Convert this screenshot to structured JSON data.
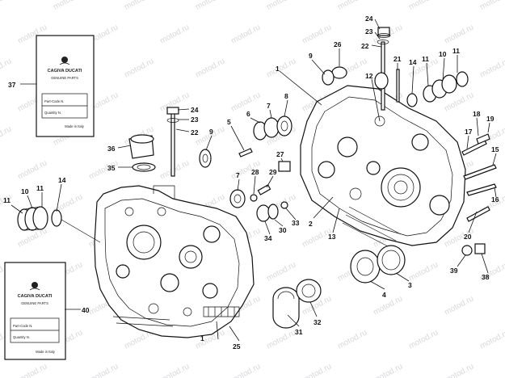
{
  "watermark": "motod.ru",
  "cards": [
    {
      "brand": "CAGIVA DUCATI",
      "subtitle": "GENUINE PARTS",
      "field1": "Part-Code N.",
      "field2": "Quantity N.",
      "foot": "Made in Italy",
      "callout": "37"
    },
    {
      "brand": "CAGIVA DUCATI",
      "subtitle": "GENUINE PARTS",
      "field1": "Part-Code N.",
      "field2": "Quantity N.",
      "foot": "Made in Italy",
      "callout": "40"
    }
  ],
  "callouts": [
    {
      "id": "1a",
      "text": "1"
    },
    {
      "id": "1b",
      "text": "1"
    },
    {
      "id": "2",
      "text": "2"
    },
    {
      "id": "3",
      "text": "3"
    },
    {
      "id": "4",
      "text": "4"
    },
    {
      "id": "5",
      "text": "5"
    },
    {
      "id": "6",
      "text": "6"
    },
    {
      "id": "7a",
      "text": "7"
    },
    {
      "id": "7b",
      "text": "7"
    },
    {
      "id": "8",
      "text": "8"
    },
    {
      "id": "9a",
      "text": "9"
    },
    {
      "id": "9b",
      "text": "9"
    },
    {
      "id": "10a",
      "text": "10"
    },
    {
      "id": "10b",
      "text": "10"
    },
    {
      "id": "11a",
      "text": "11"
    },
    {
      "id": "11b",
      "text": "11"
    },
    {
      "id": "11c",
      "text": "11"
    },
    {
      "id": "11d",
      "text": "11"
    },
    {
      "id": "12",
      "text": "12"
    },
    {
      "id": "13",
      "text": "13"
    },
    {
      "id": "14a",
      "text": "14"
    },
    {
      "id": "14b",
      "text": "14"
    },
    {
      "id": "15",
      "text": "15"
    },
    {
      "id": "16",
      "text": "16"
    },
    {
      "id": "17",
      "text": "17"
    },
    {
      "id": "18",
      "text": "18"
    },
    {
      "id": "19",
      "text": "19"
    },
    {
      "id": "20",
      "text": "20"
    },
    {
      "id": "21",
      "text": "21"
    },
    {
      "id": "22a",
      "text": "22"
    },
    {
      "id": "22b",
      "text": "22"
    },
    {
      "id": "23a",
      "text": "23"
    },
    {
      "id": "23b",
      "text": "23"
    },
    {
      "id": "24a",
      "text": "24"
    },
    {
      "id": "24b",
      "text": "24"
    },
    {
      "id": "25",
      "text": "25"
    },
    {
      "id": "26",
      "text": "26"
    },
    {
      "id": "27",
      "text": "27"
    },
    {
      "id": "28",
      "text": "28"
    },
    {
      "id": "29",
      "text": "29"
    },
    {
      "id": "30",
      "text": "30"
    },
    {
      "id": "31",
      "text": "31"
    },
    {
      "id": "32",
      "text": "32"
    },
    {
      "id": "33",
      "text": "33"
    },
    {
      "id": "34",
      "text": "34"
    },
    {
      "id": "35",
      "text": "35"
    },
    {
      "id": "36",
      "text": "36"
    },
    {
      "id": "37",
      "text": "37"
    },
    {
      "id": "38",
      "text": "38"
    },
    {
      "id": "39",
      "text": "39"
    },
    {
      "id": "40",
      "text": "40"
    }
  ]
}
